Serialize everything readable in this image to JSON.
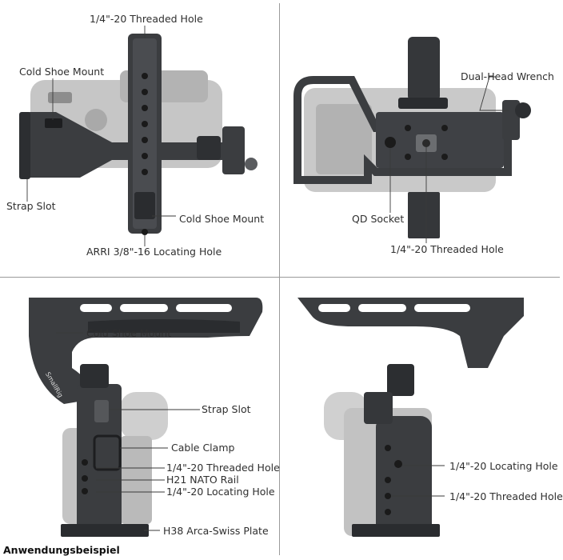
{
  "panels": {
    "top_left": {
      "labels": {
        "threaded_hole": "1/4\"-20 Threaded Hole",
        "cold_shoe_top": "Cold Shoe Mount",
        "strap_slot": "Strap Slot",
        "cold_shoe_bottom": "Cold Shoe Mount",
        "arri_hole": "ARRI 3/8\"-16 Locating Hole"
      }
    },
    "top_right": {
      "labels": {
        "wrench": "Dual-Head Wrench",
        "qd_socket": "QD Socket",
        "threaded_hole": "1/4\"-20 Threaded Hole"
      }
    },
    "bottom_left": {
      "labels": {
        "cold_shoe": "Cold Shoe Mount",
        "strap_slot": "Strap Slot",
        "cable_clamp": "Cable Clamp",
        "threaded_hole": "1/4\"-20 Threaded Hole",
        "nato_rail": "H21 NATO Rail",
        "locating_hole": "1/4\"-20 Locating Hole",
        "arca_plate": "H38 Arca-Swiss Plate"
      }
    },
    "bottom_right": {
      "labels": {
        "locating_hole": "1/4\"-20 Locating Hole",
        "threaded_hole": "1/4\"-20 Threaded Hole"
      }
    }
  },
  "caption": "Anwendungsbeispiel",
  "brand_text": "SmallRig",
  "colors": {
    "cage": "#3b3d40",
    "cage_dark": "#26282b",
    "camera": "#bdbdbd",
    "camera_dark": "#9c9c9c",
    "divider": "#9a9a9a",
    "text": "#2f2f2f"
  }
}
